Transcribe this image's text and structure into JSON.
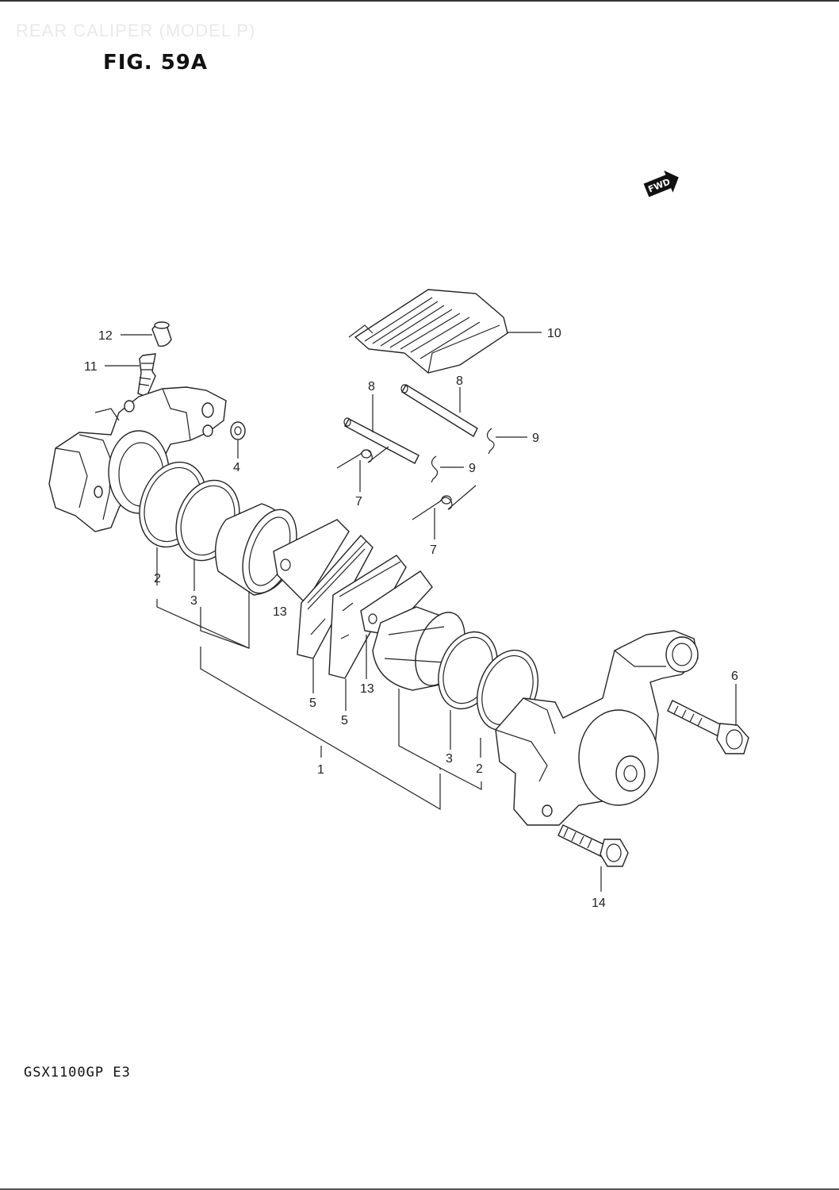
{
  "header": {
    "faded_title": "REAR CALIPER (MODEL P)",
    "figure_title": "FIG. 59A"
  },
  "footer": {
    "model_code": "GSX1100GP E3"
  },
  "direction_badge": {
    "label": "FWD"
  },
  "callouts": {
    "c1": "1",
    "c2a": "2",
    "c2b": "2",
    "c3a": "3",
    "c3b": "3",
    "c4": "4",
    "c5a": "5",
    "c5b": "5",
    "c6": "6",
    "c7a": "7",
    "c7b": "7",
    "c8a": "8",
    "c8b": "8",
    "c9a": "9",
    "c9b": "9",
    "c10": "10",
    "c11": "11",
    "c12": "12",
    "c13a": "13",
    "c13b": "13",
    "c14": "14"
  }
}
